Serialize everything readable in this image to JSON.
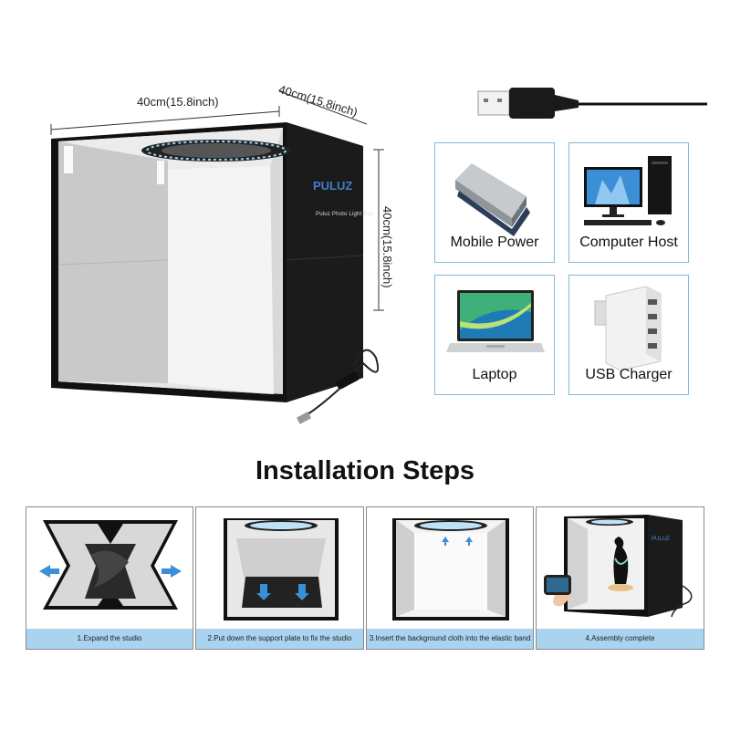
{
  "dimensions": {
    "width": "40cm(15.8inch)",
    "depth": "40cm(15.8inch)",
    "height": "40cm(15.8inch)"
  },
  "product": {
    "brand": "PULUZ",
    "model_label": "Puluz Photo Light Box"
  },
  "power_sources": [
    {
      "label": "Mobile Power",
      "icon": "power-bank-icon"
    },
    {
      "label": "Computer Host",
      "icon": "desktop-computer-icon"
    },
    {
      "label": "Laptop",
      "icon": "laptop-icon"
    },
    {
      "label": "USB Charger",
      "icon": "usb-charger-icon"
    }
  ],
  "section_title": "Installation Steps",
  "steps": [
    {
      "caption": "1.Expand the studio"
    },
    {
      "caption": "2.Put down the support plate to fix the studio"
    },
    {
      "caption": "3.Insert the background cloth into the elastic band"
    },
    {
      "caption": "4.Assembly complete"
    }
  ],
  "colors": {
    "card_border": "#7fb9d9",
    "caption_band": "#a9d3ef",
    "brand_blue": "#3f7ec9",
    "arrow_blue": "#3a8fd6"
  }
}
